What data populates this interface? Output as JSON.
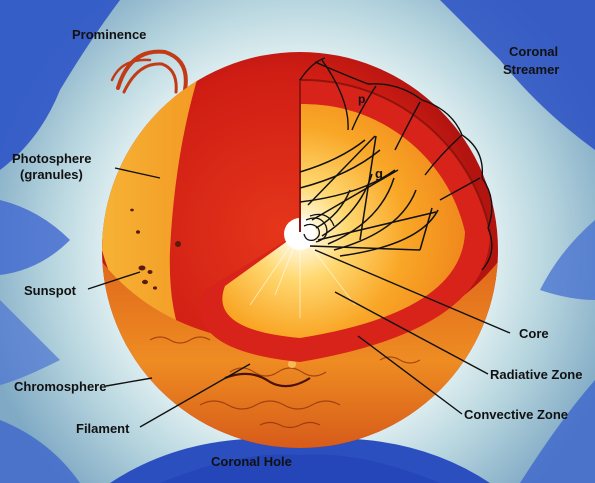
{
  "labels": {
    "prominence": "Prominence",
    "coronal_streamer_line1": "Coronal",
    "coronal_streamer_line2": "Streamer",
    "photosphere_line1": "Photosphere",
    "photosphere_line2": "(granules)",
    "sunspot": "Sunspot",
    "chromosphere": "Chromosphere",
    "filament": "Filament",
    "coronal_hole": "Coronal Hole",
    "core": "Core",
    "radiative_zone": "Radiative Zone",
    "convective_zone": "Convective Zone"
  },
  "mode_labels": {
    "p_mode": "p",
    "g_mode": "g"
  },
  "colors": {
    "corona_blue": "#2a52c9",
    "corona_light": "#dfeef2",
    "sun_red": "#cf1d14",
    "photosphere_orange": "#f0a22a",
    "radiative_orange": "#f6a025",
    "core_white": "#ffffff",
    "prominence_red": "#c23b17",
    "label_text": "#111111",
    "leader_lines": "#111111"
  }
}
